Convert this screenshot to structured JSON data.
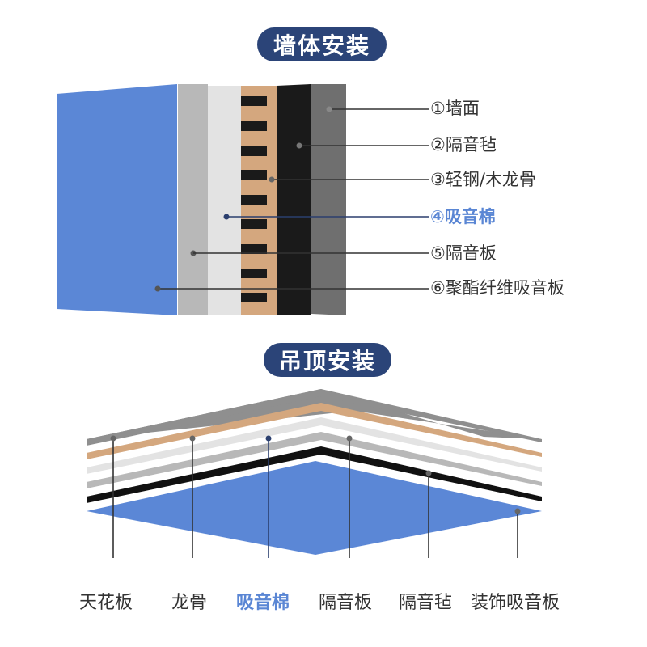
{
  "wall_section": {
    "title": "墙体安装",
    "layers": [
      {
        "num": "①",
        "name": "墙面",
        "color": "#6f6f6f",
        "highlight": false
      },
      {
        "num": "②",
        "name": "隔音毡",
        "color": "#1a1a1a",
        "highlight": false
      },
      {
        "num": "③",
        "name": "轻钢/木龙骨",
        "color": "#d4a77e",
        "highlight": false
      },
      {
        "num": "④",
        "name": "吸音棉",
        "color": "#e3e3e3",
        "highlight": true
      },
      {
        "num": "⑤",
        "name": "隔音板",
        "color": "#b8b8b8",
        "highlight": false
      },
      {
        "num": "⑥",
        "name": "聚酯纤维吸音板",
        "color": "#5b87d6",
        "highlight": false
      }
    ],
    "label_texts": [
      "①墙面",
      "②隔音毡",
      "③轻钢/木龙骨",
      "④吸音棉",
      "⑤隔音板",
      "⑥聚酯纤维吸音板"
    ]
  },
  "ceiling_section": {
    "title": "吊顶安装",
    "labels": [
      "天花板",
      "龙骨",
      "吸音棉",
      "隔音板",
      "隔音毡",
      "装饰吸音板"
    ],
    "highlight_index": 2
  },
  "colors": {
    "pill_bg": "#2b4478",
    "highlight_text": "#5a86d4",
    "body_text": "#333333"
  }
}
